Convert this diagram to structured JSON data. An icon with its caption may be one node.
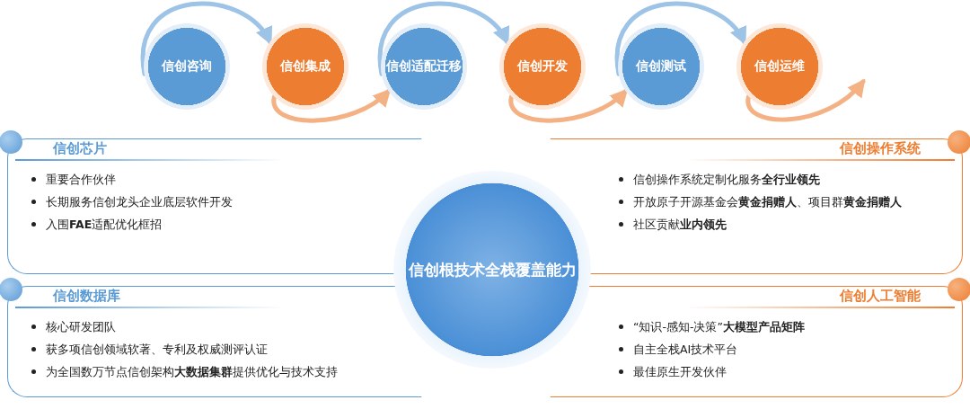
{
  "diagram": {
    "nodes": [
      {
        "text": [
          "信创咨询"
        ]
      },
      {
        "text": [
          "信创集成"
        ]
      },
      {
        "text": [
          "信创适配迁移"
        ]
      },
      {
        "text": [
          "信创开发"
        ]
      },
      {
        "text": [
          "信创测试"
        ]
      },
      {
        "text": [
          "信创运维"
        ]
      },
      {
        "text": [
          "信创芯片",
          "重要合作伙伴",
          "长期服务信创龙头企业底层软件开发",
          "入围**FAE**适配优化框招"
        ]
      },
      {
        "text": [
          "信创操作系统",
          "信创操作系统定制化服务**全行业领先**",
          "开放原子开源基金会**黄金捐赠人**、项目群**黄金捐赠人**",
          "社区贡献**业内领先**"
        ]
      },
      {
        "text": [
          "信创根技术全栈覆盖能力"
        ]
      },
      {
        "text": [
          "信创数据库",
          "核心研发团队",
          "获多项信创领域软著、专利及权威测评认证",
          "为全国数万节点信创架构**大数据集群**提供优化与技术支持"
        ]
      },
      {
        "text": [
          "信创人工智能",
          "“知识-感知-决策”**大模型产品矩阵**",
          "自主全栈AI技术平台",
          "最佳原生开发伙伴"
        ]
      }
    ],
    "edges": [
      {
        "from": 0,
        "to": 1,
        "arrow": "to"
      },
      {
        "from": 1,
        "to": 2,
        "arrow": "to",
        "color": "#f4b183"
      },
      {
        "from": 2,
        "to": 3,
        "arrow": "to"
      },
      {
        "from": 3,
        "to": 4,
        "arrow": "to",
        "color": "#f4b183"
      },
      {
        "from": 4,
        "to": 5,
        "arrow": "to"
      },
      {
        "from": 5,
        "to": null,
        "arrow": "to",
        "color": "#f4b183"
      }
    ]
  }
}
